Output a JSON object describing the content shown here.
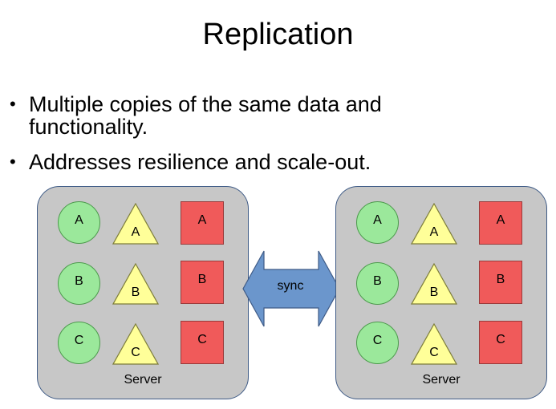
{
  "slide": {
    "title": "Replication",
    "bullets": [
      {
        "line1": "Multiple copies of the same data and",
        "line2": "functionality."
      },
      {
        "line1": "Addresses resilience and scale-out."
      }
    ]
  },
  "servers": [
    {
      "label": "Server",
      "circles": [
        "A",
        "B",
        "C"
      ],
      "triangles": [
        "A",
        "B",
        "C"
      ],
      "squares": [
        "A",
        "B",
        "C"
      ]
    },
    {
      "label": "Server",
      "circles": [
        "A",
        "B",
        "C"
      ],
      "triangles": [
        "A",
        "B",
        "C"
      ],
      "squares": [
        "A",
        "B",
        "C"
      ]
    }
  ],
  "sync_arrow": {
    "label": "sync"
  },
  "colors": {
    "circle_fill": "#9be89b",
    "triangle_fill": "#ffff99",
    "square_fill": "#f05a5a",
    "server_fill": "#c7c7c7",
    "arrow_fill": "#6b96cc"
  }
}
